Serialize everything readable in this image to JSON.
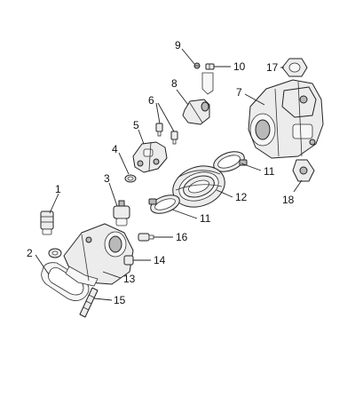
{
  "callouts": [
    {
      "id": "1",
      "label": "1"
    },
    {
      "id": "2",
      "label": "2"
    },
    {
      "id": "3",
      "label": "3"
    },
    {
      "id": "4",
      "label": "4"
    },
    {
      "id": "5",
      "label": "5"
    },
    {
      "id": "6",
      "label": "6"
    },
    {
      "id": "7",
      "label": "7"
    },
    {
      "id": "8",
      "label": "8"
    },
    {
      "id": "9",
      "label": "9"
    },
    {
      "id": "10",
      "label": "10"
    },
    {
      "id": "11a",
      "label": "11"
    },
    {
      "id": "11b",
      "label": "11"
    },
    {
      "id": "12",
      "label": "12"
    },
    {
      "id": "13",
      "label": "13"
    },
    {
      "id": "14",
      "label": "14"
    },
    {
      "id": "15",
      "label": "15"
    },
    {
      "id": "16",
      "label": "16"
    },
    {
      "id": "17",
      "label": "17"
    },
    {
      "id": "18",
      "label": "18"
    }
  ]
}
